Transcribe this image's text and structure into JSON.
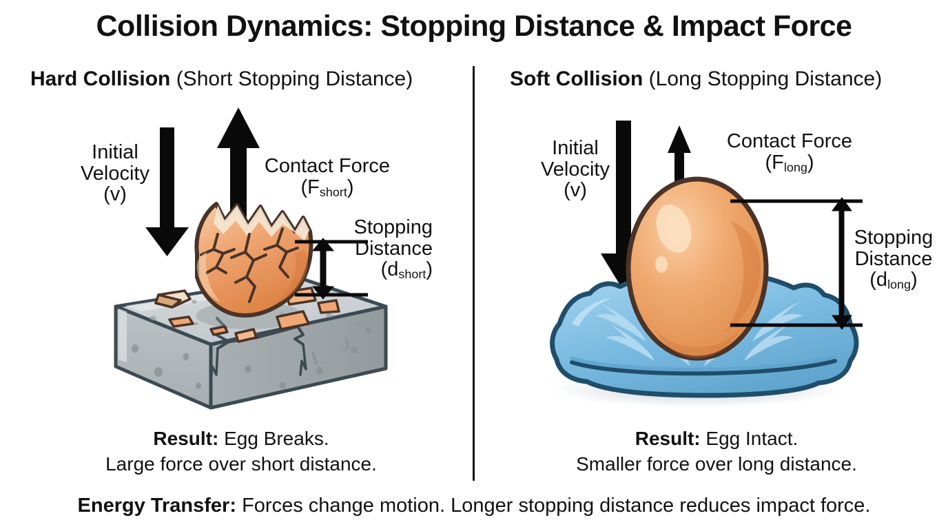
{
  "title": "Collision Dynamics: Stopping Distance & Impact Force",
  "panels": {
    "left": {
      "head_strong": "Hard Collision",
      "head_light": " (Short Stopping Distance)",
      "velocity_line1": "Initial",
      "velocity_line2": "Velocity",
      "velocity_line3": "(v)",
      "force_line1": "Contact Force",
      "force_sym": "(F",
      "force_sub": "short",
      "force_close": ")",
      "dist_line1": "Stopping",
      "dist_line2": "Distance",
      "dist_sym": "(d",
      "dist_sub": "short",
      "dist_close": ")",
      "result_strong": "Result:",
      "result_rest": " Egg Breaks.",
      "result_line2": "Large force over short distance.",
      "object_name": "broken-egg-on-concrete-slab"
    },
    "right": {
      "head_strong": "Soft Collision",
      "head_light": " (Long Stopping Distance)",
      "velocity_line1": "Initial",
      "velocity_line2": "Velocity",
      "velocity_line3": "(v)",
      "force_line1": "Contact Force",
      "force_sym": "(F",
      "force_sub": "long",
      "force_close": ")",
      "dist_line1": "Stopping",
      "dist_line2": "Distance",
      "dist_sym": "(d",
      "dist_sub": "long",
      "dist_close": ")",
      "result_strong": "Result:",
      "result_rest": " Egg Intact.",
      "result_line2": "Smaller force over long distance.",
      "object_name": "intact-egg-on-pillow"
    }
  },
  "footer": {
    "strong": "Energy Transfer:",
    "rest": " Forces change motion. Longer stopping distance reduces impact force."
  },
  "colors": {
    "ink": "#111111",
    "background": "#ffffff",
    "egg_shell_light": "#f7c79d",
    "egg_shell_mid": "#efa470",
    "egg_shell_deep": "#e2894f",
    "egg_shell_inner": "#f3e2cf",
    "egg_outline": "#4a3328",
    "concrete_top": "#cdd2d4",
    "concrete_front": "#b4babd",
    "concrete_side": "#9ea5a8",
    "concrete_outline": "#3c4a52",
    "pillow_light": "#9fd0ec",
    "pillow_mid": "#7bbbe2",
    "pillow_shade": "#5ea2cc",
    "pillow_outline": "#1f4e6b",
    "shadow": "#d8dfe4"
  }
}
